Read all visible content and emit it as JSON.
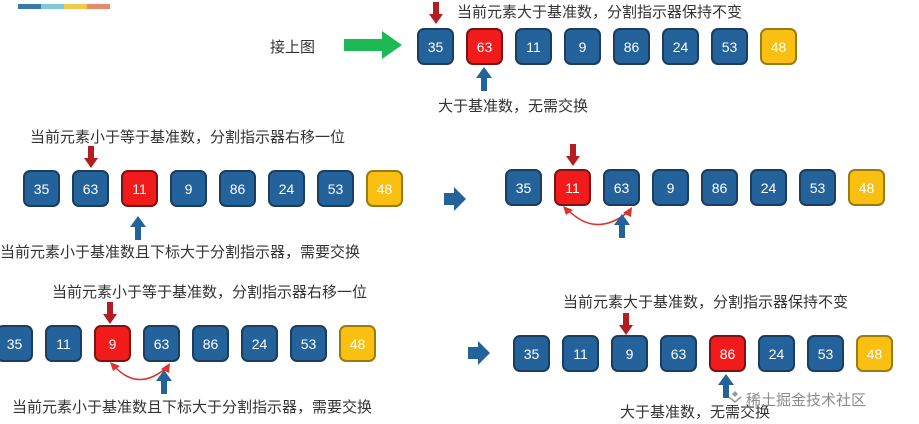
{
  "colors": {
    "box_blue": "#23629a",
    "box_red": "#f21b1b",
    "box_yellow": "#f9c012",
    "arrow_down": "#b41e23",
    "arrow_up": "#23629a",
    "arrow_green": "#1db954",
    "swap_arc": "#e0302a",
    "bar": [
      "#3a78b4",
      "#7fc7d9",
      "#f2c84b",
      "#e88a6a"
    ]
  },
  "icons": {
    "next_step": "chevron-right-arrow",
    "start": "green-right-arrow",
    "current": "down-arrow",
    "pointer": "up-arrow",
    "swap": "curved-swap-arrow"
  },
  "step1": {
    "lead_label": "接上图",
    "top_caption": "当前元素大于基准数，分割指示器保持不变",
    "bottom_caption": "大于基准数，无需交换",
    "values": [
      "35",
      "63",
      "11",
      "9",
      "86",
      "24",
      "53",
      "48"
    ]
  },
  "step2": {
    "top_caption": "当前元素小于等于基准数，分割指示器右移一位",
    "bottom_caption": "当前元素小于基准数且下标大于分割指示器，需要交换",
    "values": [
      "35",
      "63",
      "11",
      "9",
      "86",
      "24",
      "53",
      "48"
    ]
  },
  "step3": {
    "values": [
      "35",
      "11",
      "63",
      "9",
      "86",
      "24",
      "53",
      "48"
    ]
  },
  "step4": {
    "top_caption": "当前元素小于等于基准数，分割指示器右移一位",
    "bottom_caption": "当前元素小于基准数且下标大于分割指示器，需要交换",
    "values": [
      "35",
      "11",
      "9",
      "63",
      "86",
      "24",
      "53",
      "48"
    ]
  },
  "step5": {
    "top_caption": "当前元素大于基准数，分割指示器保持不变",
    "bottom_caption": "大于基准数，无需交换",
    "values": [
      "35",
      "11",
      "9",
      "63",
      "86",
      "24",
      "53",
      "48"
    ]
  },
  "watermark": "稀土掘金技术社区"
}
